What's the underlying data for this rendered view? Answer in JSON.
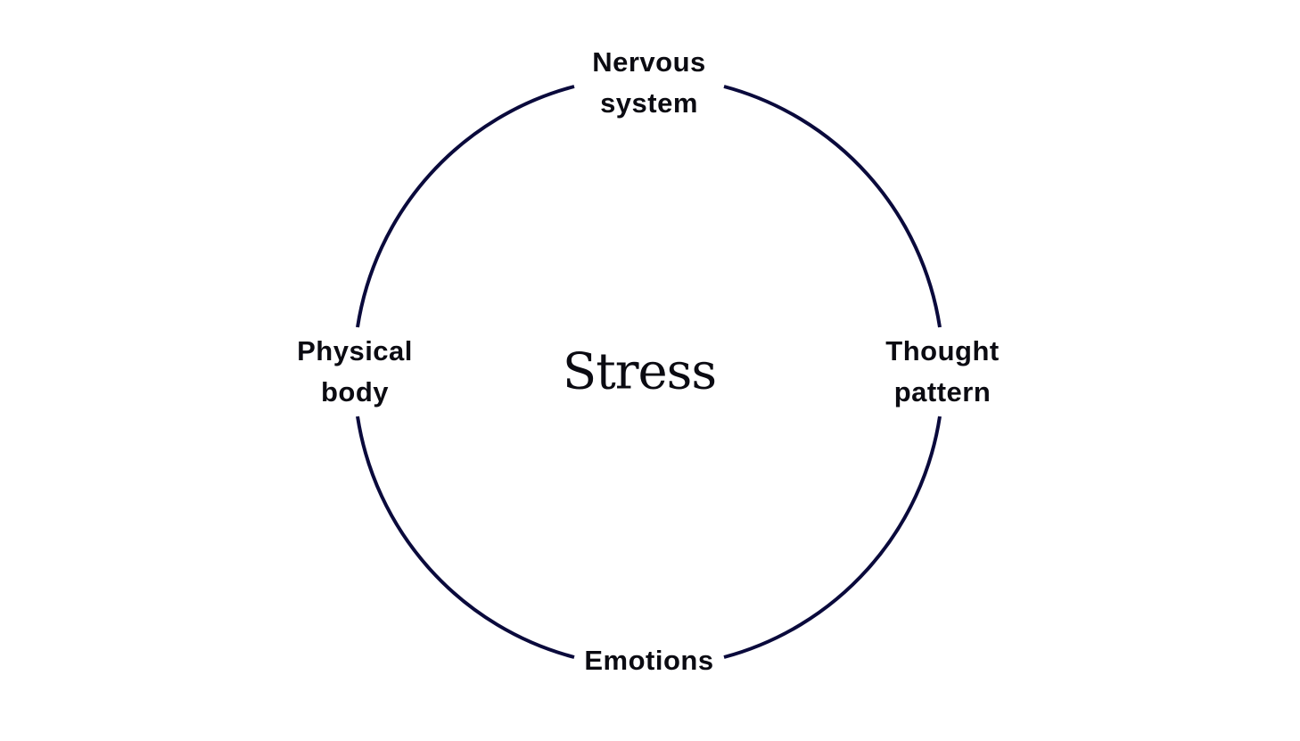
{
  "diagram": {
    "center": {
      "label": "Stress"
    },
    "nodes": [
      {
        "id": "top",
        "lines": [
          "Nervous",
          "system"
        ]
      },
      {
        "id": "right",
        "lines": [
          "Thought",
          "pattern"
        ]
      },
      {
        "id": "bottom",
        "lines": [
          "Emotions"
        ]
      },
      {
        "id": "left",
        "lines": [
          "Physical",
          "body"
        ]
      }
    ],
    "colors": {
      "ring": "#0a0a3c",
      "text": "#0b0b12",
      "background": "#ffffff"
    }
  }
}
